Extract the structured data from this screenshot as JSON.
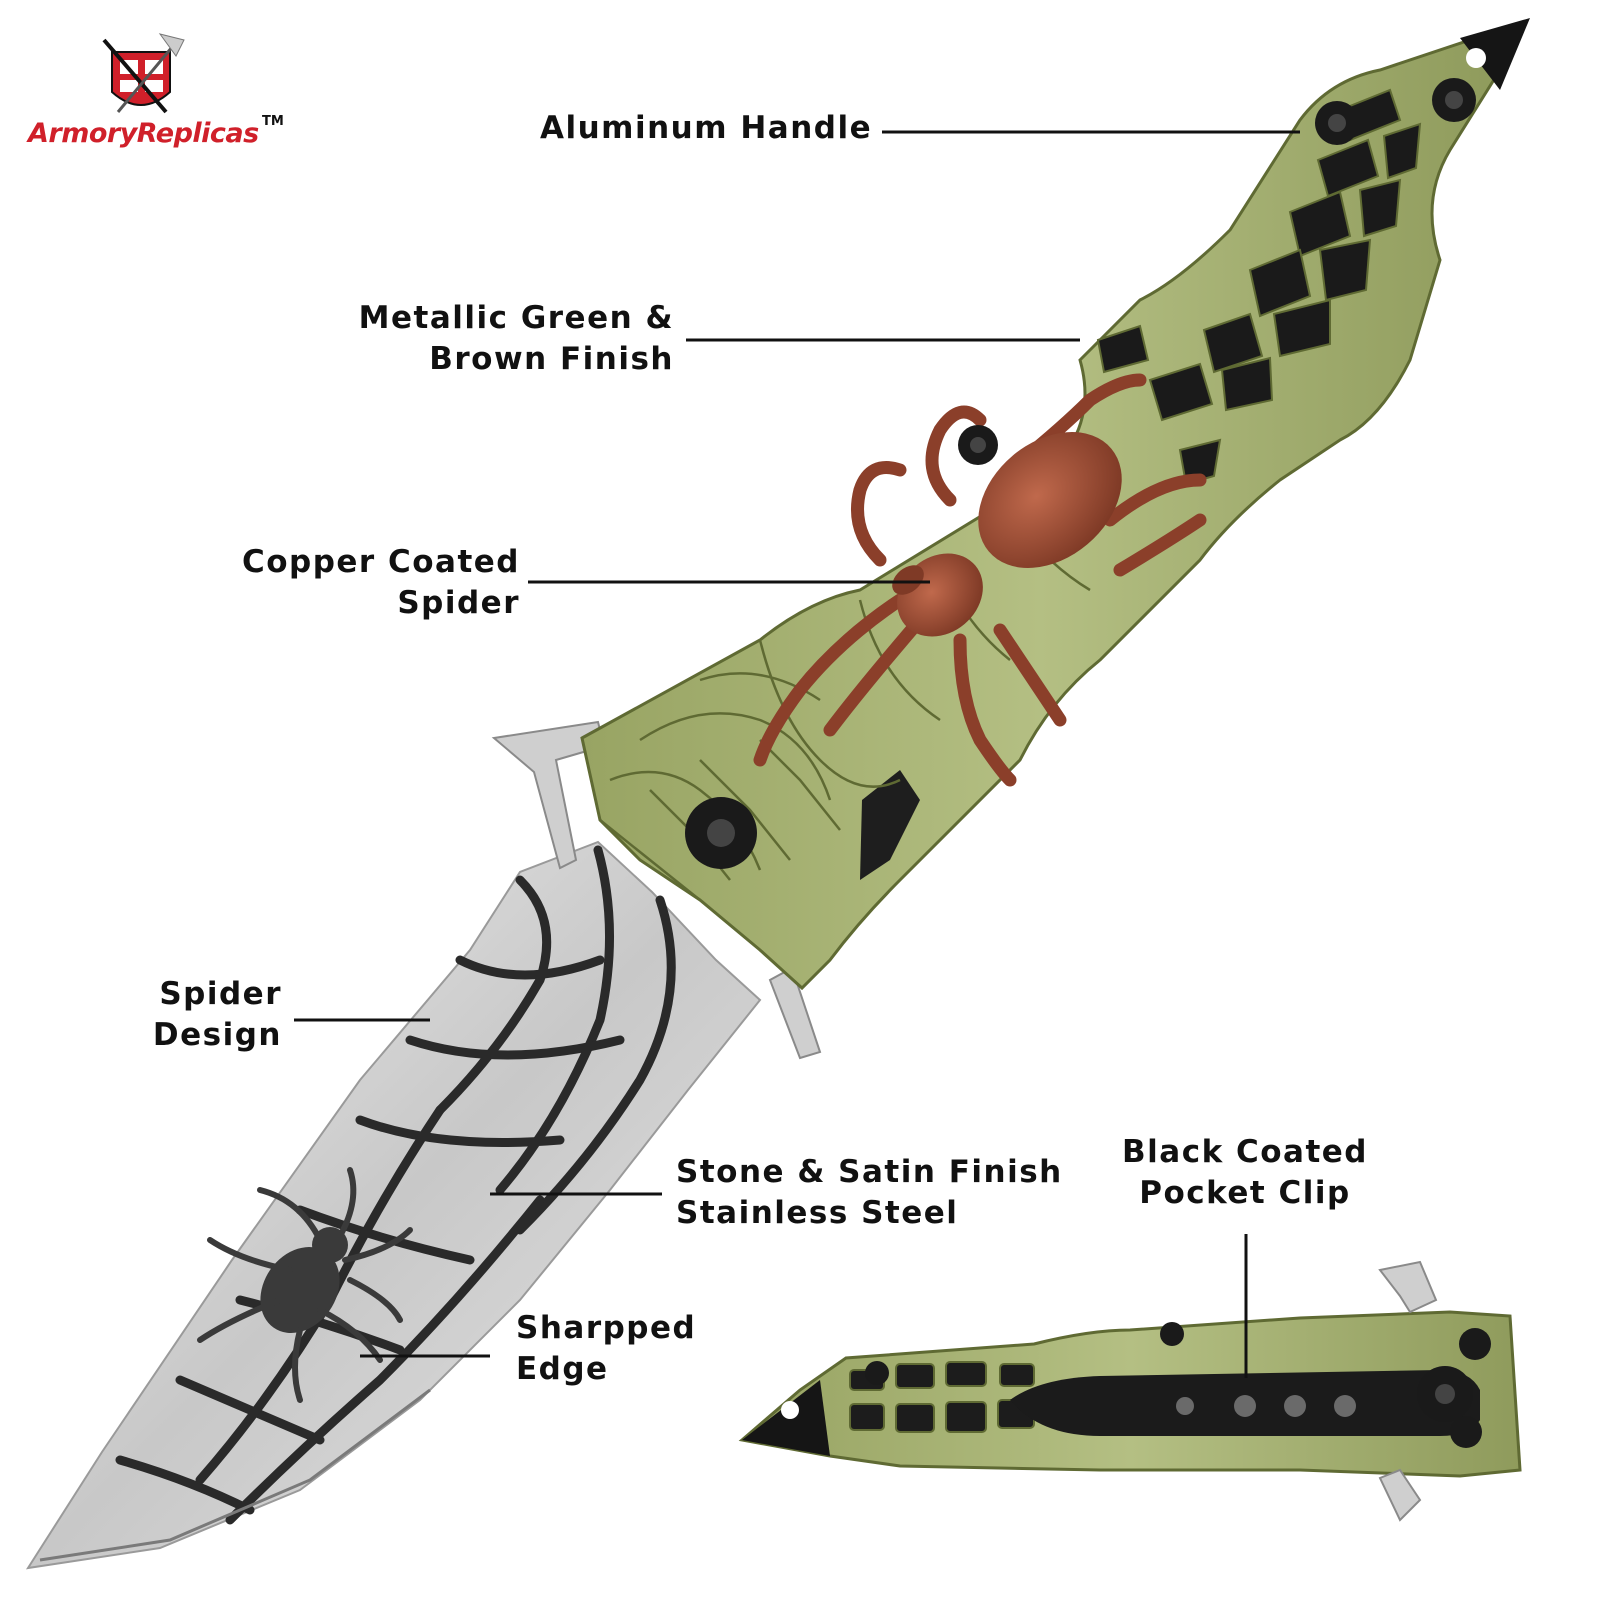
{
  "brand": {
    "name": "ArmoryReplicas",
    "trademark": "TM"
  },
  "callouts": {
    "aluminum_handle": [
      "Aluminum Handle"
    ],
    "finish": [
      "Metallic Green &",
      "Brown Finish"
    ],
    "spider": [
      "Copper Coated",
      "Spider"
    ],
    "spider_design": [
      "Spider",
      "Design"
    ],
    "steel": [
      "Stone & Satin Finish",
      "Stainless Steel"
    ],
    "edge": [
      "Sharpped",
      "Edge"
    ],
    "clip": [
      "Black Coated",
      "Pocket Clip"
    ]
  },
  "colors": {
    "handle_green": "#a7b373",
    "handle_dark": "#5f6a33",
    "spider_copper": "#a14f37",
    "blade_steel": "#d9d9d9",
    "etch_dark": "#2a2a2a",
    "logo_red": "#d0202a"
  }
}
